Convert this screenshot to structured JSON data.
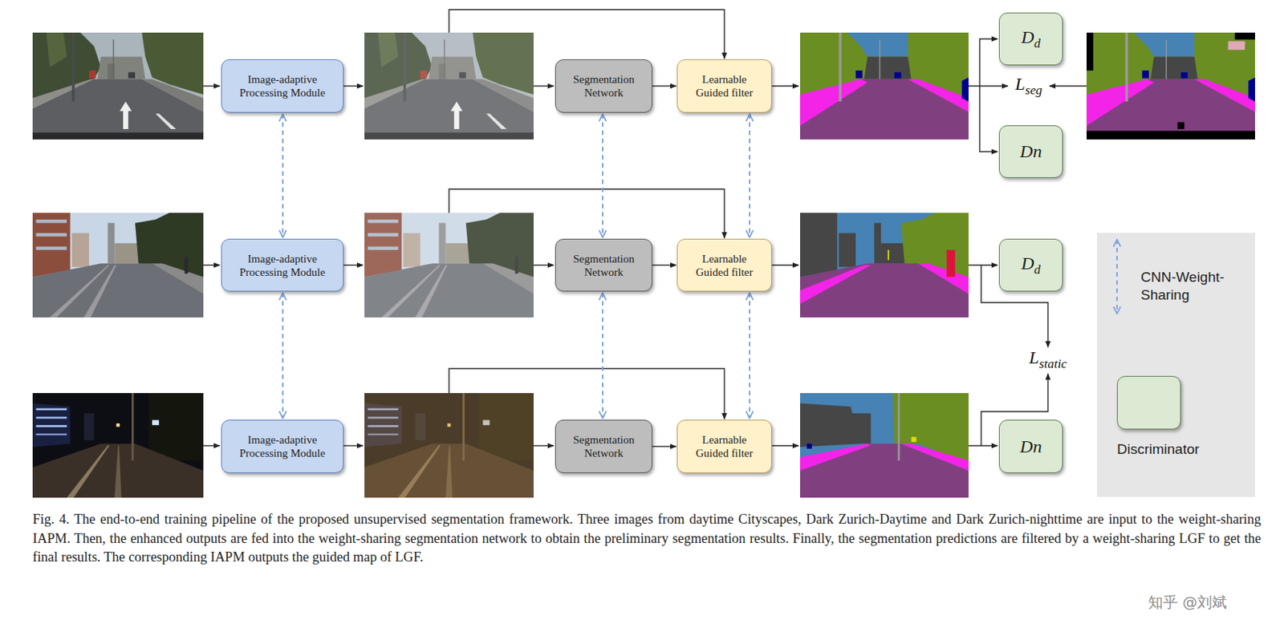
{
  "diagram": {
    "caption": "Fig. 4. The end-to-end training pipeline of the proposed unsupervised segmentation framework. Three images from daytime Cityscapes, Dark Zurich-Daytime and Dark Zurich-nighttime are input to the weight-sharing IAPM. Then, the enhanced outputs are fed into the weight-sharing segmentation network to obtain the preliminary segmentation results. Finally, the segmentation predictions are filtered by a weight-sharing LGF to get the final results. The corresponding IAPM outputs the guided map of LGF.",
    "nodes": [
      {
        "text": [
          "Image-adaptive Processing Module"
        ]
      },
      {
        "text": [
          "Segmentation Network"
        ]
      },
      {
        "text": [
          "Learnable Guided filter"
        ]
      },
      {
        "text": [
          "Dd"
        ]
      },
      {
        "text": [
          "Dn"
        ]
      },
      {
        "text": [
          "Image-adaptive Processing Module"
        ]
      },
      {
        "text": [
          "Segmentation Network"
        ]
      },
      {
        "text": [
          "Learnable Guided filter"
        ]
      },
      {
        "text": [
          "Dd"
        ]
      },
      {
        "text": [
          "Image-adaptive Processing Module"
        ]
      },
      {
        "text": [
          "Segmentation Network"
        ]
      },
      {
        "text": [
          "Learnable Guided filter"
        ]
      },
      {
        "text": [
          "Dn"
        ]
      }
    ],
    "edges": [
      {
        "from": 1,
        "to": 2,
        "arrow": "to"
      },
      {
        "from": 6,
        "to": 7,
        "arrow": "to"
      },
      {
        "from": 10,
        "to": 11,
        "arrow": "to"
      },
      {
        "from": 0,
        "to": 5,
        "arrow": "both"
      },
      {
        "from": 5,
        "to": 9,
        "arrow": "both"
      },
      {
        "from": 1,
        "to": 6,
        "arrow": "both"
      },
      {
        "from": 6,
        "to": 10,
        "arrow": "both"
      },
      {
        "from": 2,
        "to": 7,
        "arrow": "both"
      },
      {
        "from": 7,
        "to": 11,
        "arrow": "both"
      }
    ],
    "labels": [
      "Lseg",
      "Lstatic",
      "知乎 @刘斌"
    ],
    "legend": [
      {
        "text": "CNN-Weight-Sharing"
      },
      {
        "text": "Discriminator",
        "color": "#dce9d3"
      }
    ]
  }
}
